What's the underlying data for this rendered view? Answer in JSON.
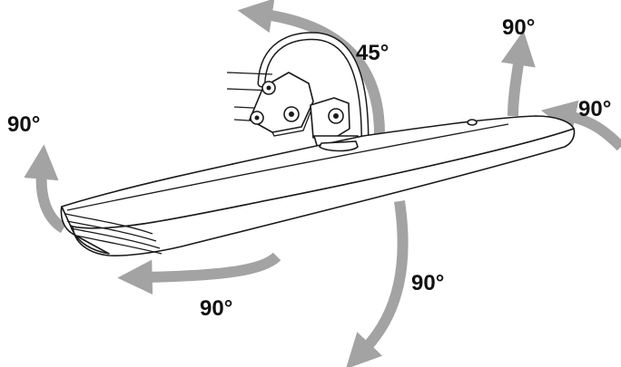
{
  "labels": {
    "top_tilt": "45°",
    "top_right": "90°",
    "right_end": "90°",
    "left_end": "90°",
    "bottom_left": "90°",
    "bottom_center": "90°"
  },
  "colors": {
    "arrow": "#a3a3a3",
    "line": "#1a1a1a",
    "text": "#111111"
  },
  "icons": {
    "arrow_shape": "curved-rotation-arrow",
    "bolt_shape": "hex-bolt"
  }
}
